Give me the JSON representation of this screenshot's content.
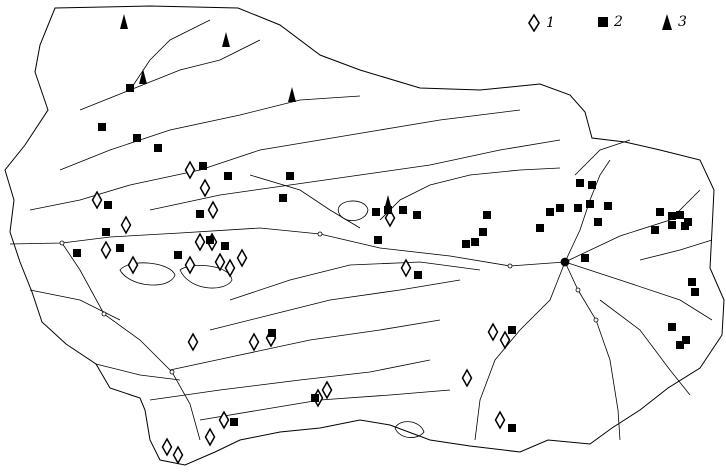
{
  "legend": {
    "items": [
      {
        "symbol": "diamond-outline",
        "label": "1"
      },
      {
        "symbol": "filled-square",
        "label": "2"
      },
      {
        "symbol": "filled-triangle",
        "label": "3"
      }
    ]
  },
  "colors": {
    "ink": "#000000",
    "background": "#ffffff"
  }
}
